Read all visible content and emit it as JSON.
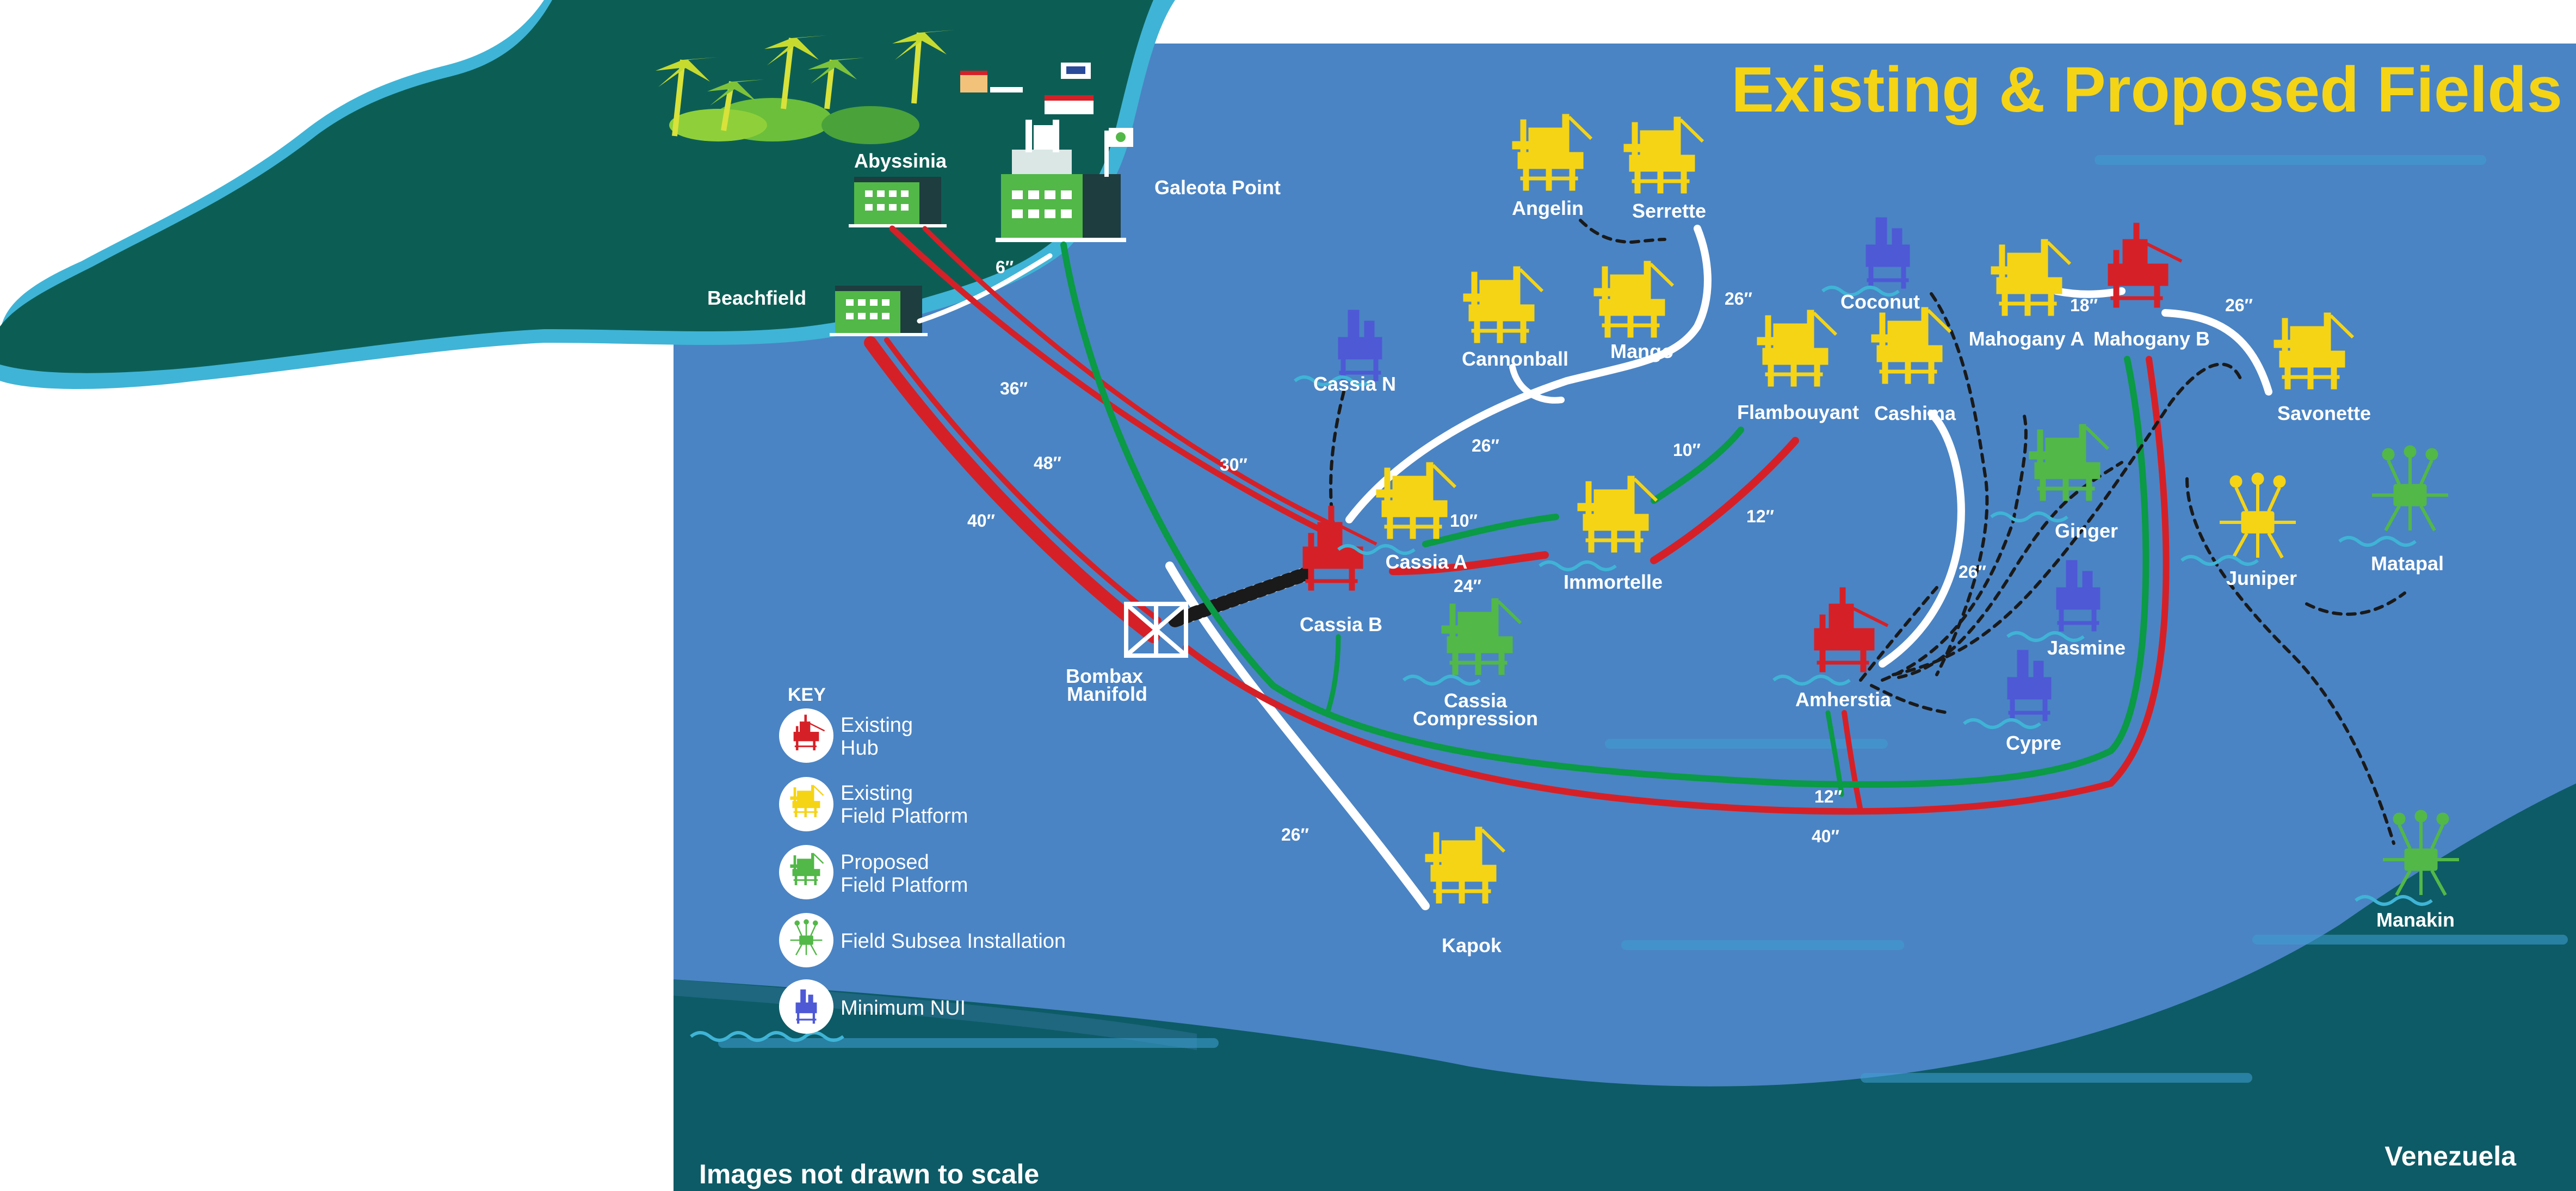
{
  "title": "Existing & Proposed Fields",
  "footer_note": "Images not drawn to scale",
  "region_label": "Venezuela",
  "colors": {
    "sea": "#4a84c4",
    "land": "#0c5e55",
    "coast": "#3fb4d6",
    "hub_red": "#d62027",
    "field_yellow": "#f5d416",
    "proposed_green": "#52b848",
    "nui_blue": "#4e59d6",
    "pipe_green": "#0b9a45",
    "pipe_white": "#ffffff",
    "title_yellow": "#f5d416"
  },
  "onshore": [
    {
      "id": "abyssinia",
      "label": "Abyssinia"
    },
    {
      "id": "beachfield",
      "label": "Beachfield"
    },
    {
      "id": "galeota",
      "label": "Galeota Point"
    }
  ],
  "platforms": [
    {
      "id": "angelin",
      "label": "Angelin",
      "type": "existing_field"
    },
    {
      "id": "serrette",
      "label": "Serrette",
      "type": "existing_field"
    },
    {
      "id": "cannonball",
      "label": "Cannonball",
      "type": "existing_field"
    },
    {
      "id": "mango",
      "label": "Mango",
      "type": "existing_field"
    },
    {
      "id": "cassia_n",
      "label": "Cassia N",
      "type": "minimum_nui"
    },
    {
      "id": "cassia_a",
      "label": "Cassia A",
      "type": "existing_field"
    },
    {
      "id": "cassia_b",
      "label": "Cassia B",
      "type": "existing_hub"
    },
    {
      "id": "cassia_c",
      "label": "Cassia Compression",
      "type": "proposed_field"
    },
    {
      "id": "immortelle",
      "label": "Immortelle",
      "type": "existing_field"
    },
    {
      "id": "flambouyant",
      "label": "Flambouyant",
      "type": "existing_field"
    },
    {
      "id": "cashima",
      "label": "Cashima",
      "type": "existing_field"
    },
    {
      "id": "coconut",
      "label": "Coconut",
      "type": "minimum_nui"
    },
    {
      "id": "mahogany_a",
      "label": "Mahogany A",
      "type": "existing_field"
    },
    {
      "id": "mahogany_b",
      "label": "Mahogany B",
      "type": "existing_hub"
    },
    {
      "id": "savonette",
      "label": "Savonette",
      "type": "existing_field"
    },
    {
      "id": "ginger",
      "label": "Ginger",
      "type": "proposed_field"
    },
    {
      "id": "jasmine",
      "label": "Jasmine",
      "type": "minimum_nui"
    },
    {
      "id": "cypre",
      "label": "Cypre",
      "type": "minimum_nui"
    },
    {
      "id": "amherstia",
      "label": "Amherstia",
      "type": "existing_hub"
    },
    {
      "id": "juniper",
      "label": "Juniper",
      "type": "subsea_yellow"
    },
    {
      "id": "matapal",
      "label": "Matapal",
      "type": "subsea_green"
    },
    {
      "id": "manakin",
      "label": "Manakin",
      "type": "subsea_green"
    },
    {
      "id": "kapok",
      "label": "Kapok",
      "type": "existing_field"
    }
  ],
  "bombax_lines": [
    "Bombax",
    "Manifold"
  ],
  "cassia_compression_lines": [
    "Cassia",
    "Compression"
  ],
  "pipe_labels": [
    {
      "id": "p6",
      "text": "6″"
    },
    {
      "id": "p36",
      "text": "36″"
    },
    {
      "id": "p48",
      "text": "48″"
    },
    {
      "id": "p40a",
      "text": "40″"
    },
    {
      "id": "p30",
      "text": "30″"
    },
    {
      "id": "p26a",
      "text": "26″"
    },
    {
      "id": "p26b",
      "text": "26″"
    },
    {
      "id": "p10a",
      "text": "10″"
    },
    {
      "id": "p24",
      "text": "24″"
    },
    {
      "id": "p10b",
      "text": "10″"
    },
    {
      "id": "p12a",
      "text": "12″"
    },
    {
      "id": "p26c",
      "text": "26″"
    },
    {
      "id": "p18",
      "text": "18″"
    },
    {
      "id": "p26d",
      "text": "26″"
    },
    {
      "id": "p12b",
      "text": "12″"
    },
    {
      "id": "p40b",
      "text": "40″"
    },
    {
      "id": "p26e",
      "text": "26″"
    }
  ],
  "key": {
    "title": "KEY",
    "items": [
      {
        "icon": "existing-hub-icon",
        "lines": [
          "Existing",
          "Hub"
        ]
      },
      {
        "icon": "existing-field-platform-icon",
        "lines": [
          "Existing",
          "Field Platform"
        ]
      },
      {
        "icon": "proposed-field-platform-icon",
        "lines": [
          "Proposed",
          "Field Platform"
        ]
      },
      {
        "icon": "field-subsea-installation-icon",
        "lines": [
          "Field Subsea Installation"
        ]
      },
      {
        "icon": "minimum-nui-icon",
        "lines": [
          "Minimum NUI"
        ]
      }
    ]
  }
}
